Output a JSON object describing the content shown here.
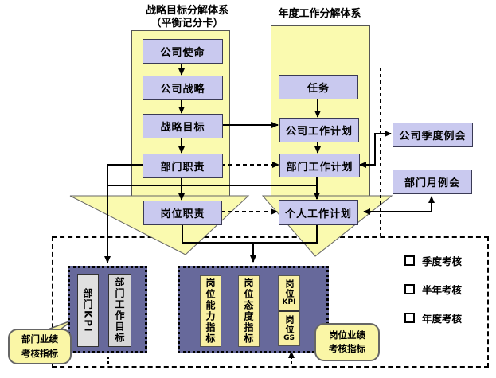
{
  "headers": {
    "strategy_system_line1": "战略目标分解体系",
    "strategy_system_line2": "（平衡记分卡）",
    "annual_system": "年度工作分解体系"
  },
  "strategy_flow": {
    "mission": "公司使命",
    "strategy": "公司战略",
    "goal": "战略目标",
    "dept_duty": "部门职责",
    "post_duty": "岗位职责"
  },
  "annual_flow": {
    "task": "任务",
    "company_plan": "公司工作计划",
    "dept_plan": "部门工作计划",
    "personal_plan": "个人工作计划"
  },
  "meetings": {
    "company_quarterly": "公司季度例会",
    "dept_monthly": "部门月例会"
  },
  "dept_assessment": {
    "kpi_zh": "部门",
    "kpi_en": "KPI",
    "work_goal": "部门工作目标",
    "callout": "部门业绩考核指标"
  },
  "post_assessment": {
    "ability": "岗位能力指标",
    "attitude": "岗位态度指标",
    "kpi_zh": "岗位",
    "kpi_en": "KPI",
    "gs_zh": "岗位",
    "gs_en": "GS",
    "callout": "岗位业绩考核指标"
  },
  "legend": {
    "items": [
      "季度考核",
      "半年考核",
      "年度考核"
    ]
  },
  "colors": {
    "container_yellow": "#FAFAAF",
    "flow_box_lavender": "#C9C9EF",
    "panel_slate": "#67699B",
    "indicator_yellow": "#F9F0A3",
    "indicator_gray": "#DCDCDC",
    "callout_yellow": "#FAF6A6",
    "line_black": "#000000"
  }
}
